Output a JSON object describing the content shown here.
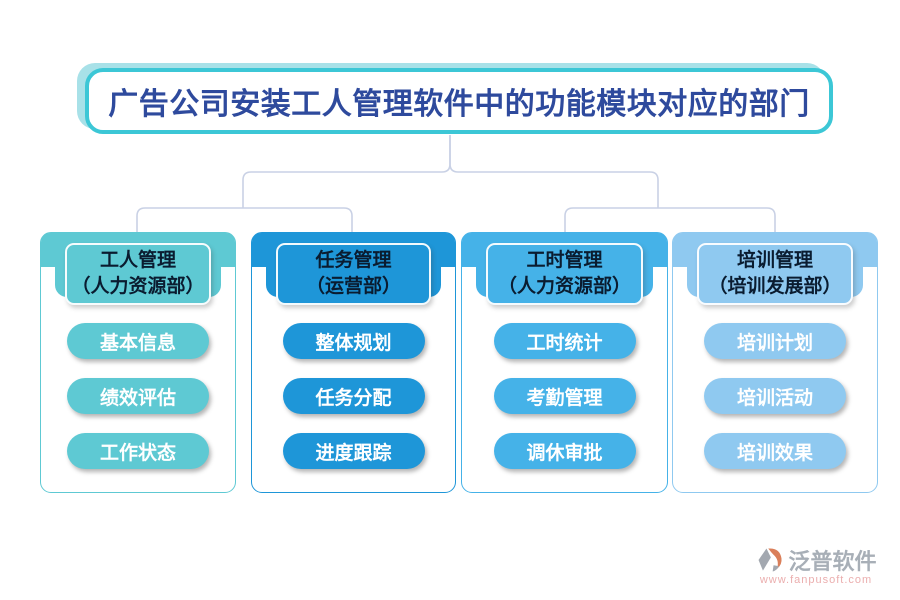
{
  "title": {
    "text": "广告公司安装工人管理软件中的功能模块对应的部门"
  },
  "columns": [
    {
      "name": "工人管理",
      "dept": "（人力资源部）",
      "color": "#5ec9d3",
      "items": [
        "基本信息",
        "绩效评估",
        "工作状态"
      ]
    },
    {
      "name": "任务管理",
      "dept": "（运营部）",
      "color": "#1e96d8",
      "items": [
        "整体规划",
        "任务分配",
        "进度跟踪"
      ]
    },
    {
      "name": "工时管理",
      "dept": "（人力资源部）",
      "color": "#45b2e8",
      "items": [
        "工时统计",
        "考勤管理",
        "调休审批"
      ]
    },
    {
      "name": "培训管理",
      "dept": "（培训发展部）",
      "color": "#8fc9f0",
      "items": [
        "培训计划",
        "培训活动",
        "培训效果"
      ]
    }
  ],
  "watermark": {
    "brand": "泛普软件",
    "url": "www.fanpusoft.com"
  },
  "colors": {
    "titleBorder": "#3cc7d6",
    "titleShadow": "#a8e1e8",
    "titleText": "#2e4a9d",
    "connector": "#c9d1e5",
    "wmGray": "#9aa2ab",
    "wmPink": "#e8a0a0",
    "wmOrange": "#d4693e"
  }
}
